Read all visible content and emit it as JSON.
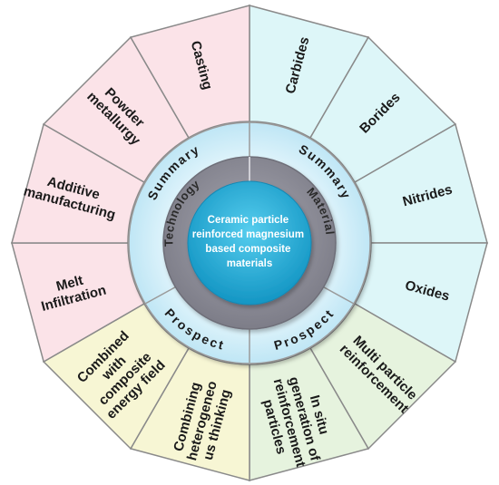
{
  "center": {
    "lines": [
      "Ceramic particle",
      "reinforced magnesium",
      "based composite",
      "materials"
    ]
  },
  "middle_ring": {
    "technology": "Technology",
    "material": "Material"
  },
  "inner_ring": {
    "summary_left": "Summary",
    "summary_right": "Summary",
    "prospect_left": "Prospect",
    "prospect_right": "Prospect"
  },
  "segments": [
    {
      "id": "carbides",
      "lines": [
        "Carbides"
      ],
      "fill": "#ddf6f8"
    },
    {
      "id": "borides",
      "lines": [
        "Borides"
      ],
      "fill": "#ddf6f8"
    },
    {
      "id": "nitrides",
      "lines": [
        "Nitrides"
      ],
      "fill": "#ddf6f8"
    },
    {
      "id": "oxides",
      "lines": [
        "Oxides"
      ],
      "fill": "#ddf6f8"
    },
    {
      "id": "multi-particle",
      "lines": [
        "Multi particle",
        "reinforcement"
      ],
      "fill": "#e6f3de"
    },
    {
      "id": "in-situ",
      "lines": [
        "In situ",
        "generation of",
        "reinforcement",
        "particles"
      ],
      "fill": "#e6f3de"
    },
    {
      "id": "heterogeneous",
      "lines": [
        "Combining",
        "heterogeneo",
        "us thinking"
      ],
      "fill": "#f7f6d4"
    },
    {
      "id": "energy-field",
      "lines": [
        "Combined",
        "with",
        "composite",
        "energy field"
      ],
      "fill": "#f7f6d4"
    },
    {
      "id": "melt-infiltration",
      "lines": [
        "Melt",
        "Infiltration"
      ],
      "fill": "#fbe3e8"
    },
    {
      "id": "additive",
      "lines": [
        "Additive",
        "manufacturing"
      ],
      "fill": "#fbe3e8"
    },
    {
      "id": "powder-metallurgy",
      "lines": [
        "Powder",
        "metallurgy"
      ],
      "fill": "#fbe3e8"
    },
    {
      "id": "casting",
      "lines": [
        "Casting"
      ],
      "fill": "#fbe3e8"
    }
  ],
  "colors": {
    "border": "#8a8a8a",
    "inner_ring": "#c9ecf7",
    "middle_ring": "#8f8f9a",
    "core": "#29b5dd"
  }
}
